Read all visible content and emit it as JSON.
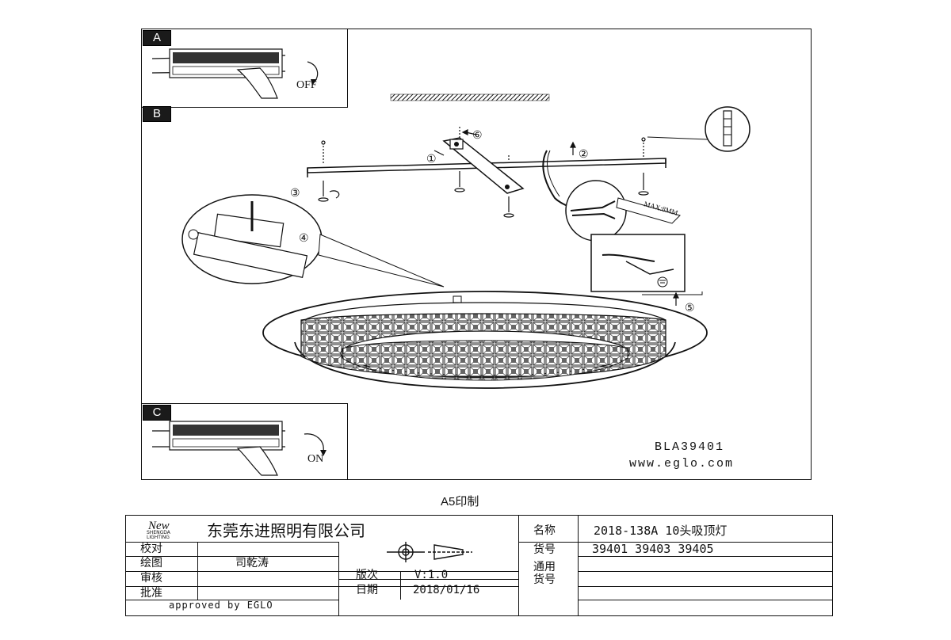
{
  "panels": {
    "a_tag": "A",
    "b_tag": "B",
    "c_tag": "C",
    "off_label": "OFF",
    "on_label": "ON"
  },
  "callouts": [
    "①",
    "②",
    "③",
    "④",
    "⑤",
    "⑥"
  ],
  "max_label": "MAX:8MM",
  "product_code": "BLA39401",
  "website": "www.eglo.com",
  "print_note": "A5印制",
  "title_block": {
    "company": "东莞东进照明有限公司",
    "logo_word": "New",
    "logo_sub1": "SHENGDA",
    "logo_sub2": "LIGHTING",
    "row_check": "校对",
    "row_draw": "绘图",
    "row_review": "审核",
    "row_approve": "批准",
    "drawer_name": "司乾涛",
    "version_label": "版次",
    "version_value": "V:1.0",
    "date_label": "日期",
    "date_value": "2018/01/16",
    "name_label": "名称",
    "name_value": "2018-138A  10头吸顶灯",
    "item_label": "货号",
    "item_value": "39401  39403  39405",
    "general_label_1": "通用",
    "general_label_2": "货号",
    "approved_by": "approved by EGLO"
  }
}
